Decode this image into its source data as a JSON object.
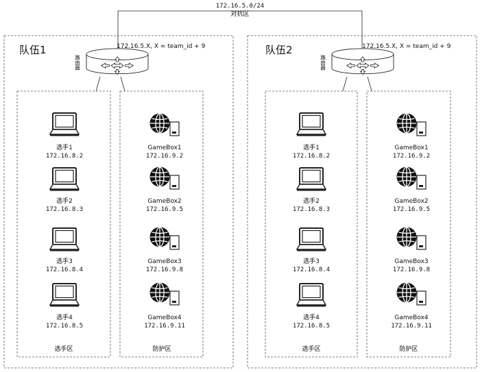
{
  "network": {
    "subnet": "172.16.5.0/24",
    "zone": "对抗区"
  },
  "teams": [
    {
      "name": "队伍1",
      "router": {
        "label": "路由器",
        "address": "172.16.5.X,  X = team_id + 9"
      },
      "players_zone": "选手区",
      "defense_zone": "防护区",
      "players": [
        {
          "name": "选手1",
          "ip": "172.16.8.2"
        },
        {
          "name": "选手2",
          "ip": "172.16.8.3"
        },
        {
          "name": "选手3",
          "ip": "172.16.8.4"
        },
        {
          "name": "选手4",
          "ip": "172.16.8.5"
        }
      ],
      "gameboxes": [
        {
          "name": "GameBox1",
          "ip": "172.16.9.2"
        },
        {
          "name": "GameBox2",
          "ip": "172.16.9.5"
        },
        {
          "name": "GameBox3",
          "ip": "172.16.9.8"
        },
        {
          "name": "GameBox4",
          "ip": "172.16.9.11"
        }
      ]
    },
    {
      "name": "队伍2",
      "router": {
        "label": "路由器",
        "address": "172.16.5.X,  X = team_id + 9"
      },
      "players_zone": "选手区",
      "defense_zone": "防护区",
      "players": [
        {
          "name": "选手1",
          "ip": "172.16.8.2"
        },
        {
          "name": "选手2",
          "ip": "172.16.8.3"
        },
        {
          "name": "选手3",
          "ip": "172.16.8.4"
        },
        {
          "name": "选手4",
          "ip": "172.16.8.5"
        }
      ],
      "gameboxes": [
        {
          "name": "GameBox1",
          "ip": "172.16.9.2"
        },
        {
          "name": "GameBox2",
          "ip": "172.16.9.5"
        },
        {
          "name": "GameBox3",
          "ip": "172.16.9.8"
        },
        {
          "name": "GameBox4",
          "ip": "172.16.9.11"
        }
      ]
    }
  ]
}
